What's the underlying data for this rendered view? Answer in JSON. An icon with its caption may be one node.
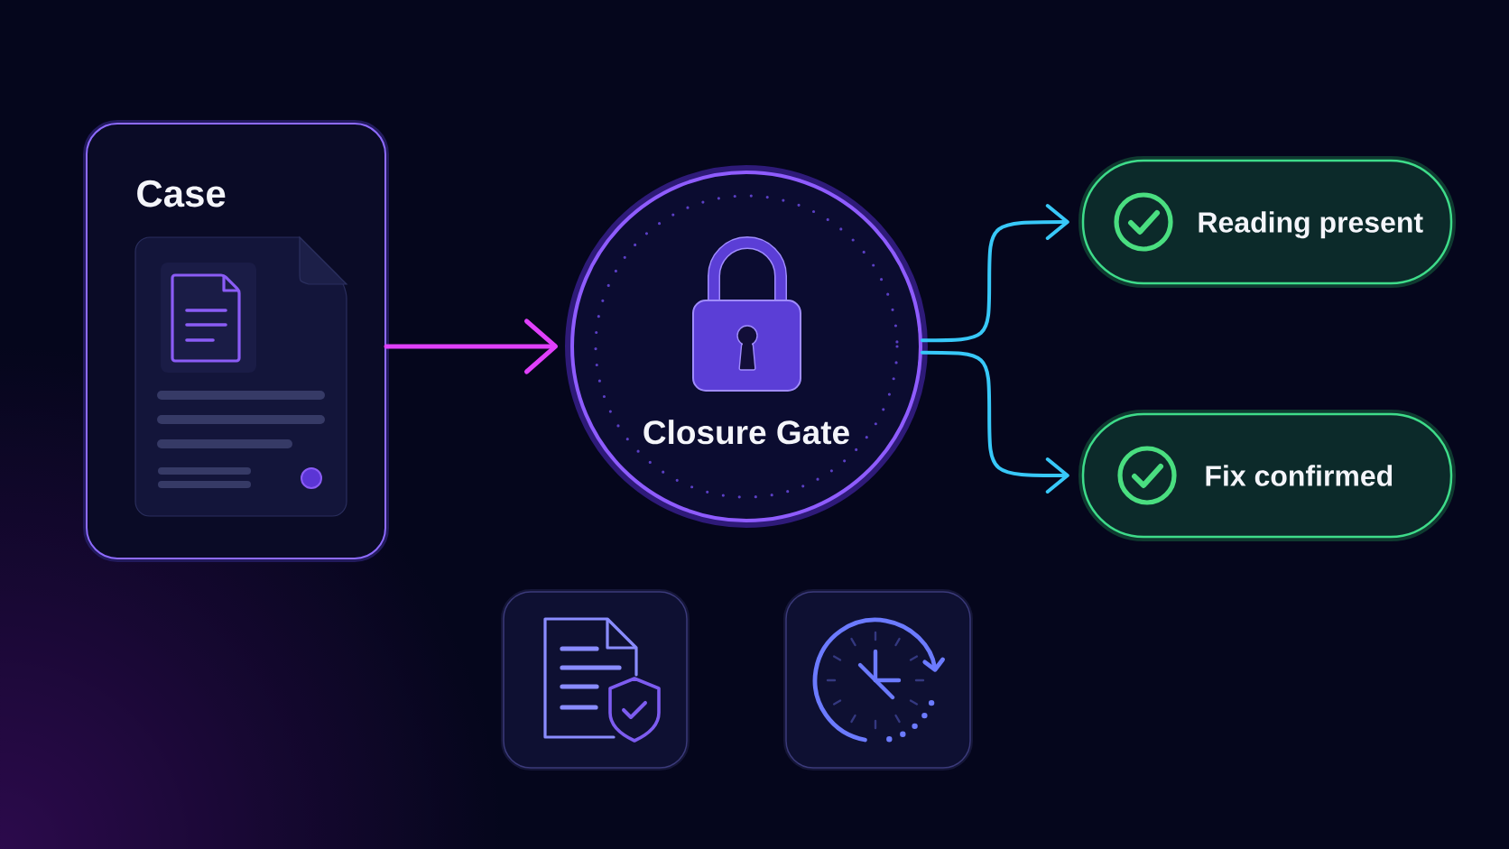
{
  "diagram": {
    "nodes": [
      {
        "text": [
          "Case"
        ]
      },
      {
        "text": [
          "Closure Gate"
        ]
      },
      {
        "text": [
          "Reading present"
        ]
      },
      {
        "text": [
          "Fix confirmed"
        ]
      },
      {
        "text": [],
        "shape": "picture"
      },
      {
        "text": [],
        "shape": "picture"
      }
    ],
    "edges": [
      {
        "from": 0,
        "to": 1,
        "arrow": "to",
        "color": "#e040fb"
      },
      {
        "from": 1,
        "to": 2,
        "arrow": "to"
      },
      {
        "from": 1,
        "to": 3,
        "arrow": "to"
      }
    ]
  }
}
